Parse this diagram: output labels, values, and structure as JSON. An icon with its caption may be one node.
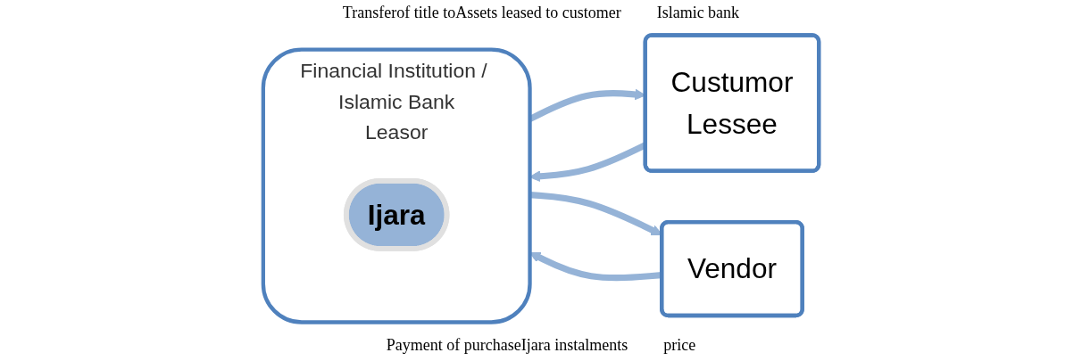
{
  "diagram": {
    "nodes": [
      {
        "text": [
          "Vendor"
        ]
      },
      {
        "text": [
          "Financial Institution / Islamic Bank",
          "Leasor"
        ]
      },
      {
        "text": [
          "Ijara"
        ],
        "in": 1
      },
      {
        "text": [
          "Custumor",
          "Lessee"
        ]
      }
    ],
    "edges": [
      {
        "from": 0,
        "to": 1,
        "arrow": "to"
      },
      {
        "from": 1,
        "to": 3,
        "arrow": "to"
      },
      {
        "from": 1,
        "to": 0,
        "arrow": "to"
      },
      {
        "from": 3,
        "to": 1,
        "arrow": "to"
      }
    ],
    "labels": [
      "Transferof title toAssets leased to customer",
      "Islamic bank",
      "Payment of purchaseIjara instalments",
      "price"
    ]
  }
}
